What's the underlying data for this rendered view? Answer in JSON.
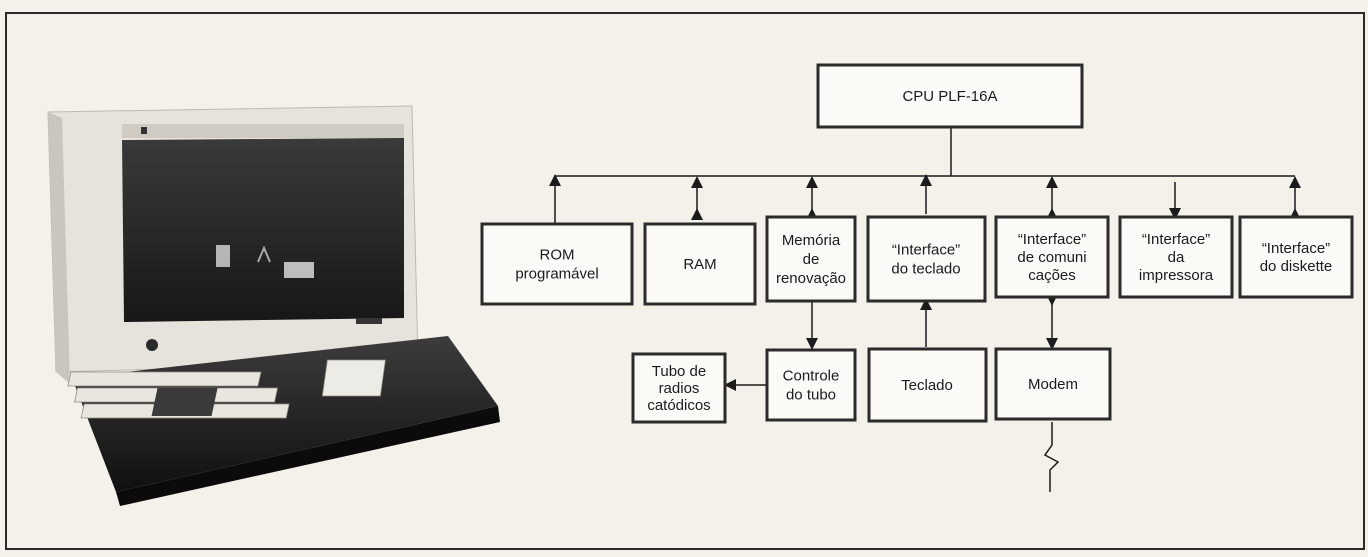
{
  "colors": {
    "background": "#f4f1ea",
    "ink": "#1b1b1b",
    "block_border": "#2b2b2b"
  },
  "photo": {
    "icon": "computer-terminal-icon",
    "description_ref": "terminal photo"
  },
  "diagram": {
    "cpu": [
      "CPU PLF-16A"
    ],
    "rom": [
      "ROM",
      "programável"
    ],
    "ram": [
      "RAM"
    ],
    "memoria": [
      "Memória",
      "de",
      "renovação"
    ],
    "iface_teclado": [
      "“Interface”",
      "do teclado"
    ],
    "iface_comunicacoes": [
      "“Interface”",
      "de comuni",
      "cações"
    ],
    "iface_impressora": [
      "“Interface”",
      "da",
      "impressora"
    ],
    "iface_diskette": [
      "“Interface”",
      "do diskette"
    ],
    "controle_tubo": [
      "Controle",
      "do tubo"
    ],
    "tubo": [
      "Tubo de",
      "radios",
      "catódicos"
    ],
    "teclado": [
      "Teclado"
    ],
    "modem": [
      "Modem"
    ]
  }
}
